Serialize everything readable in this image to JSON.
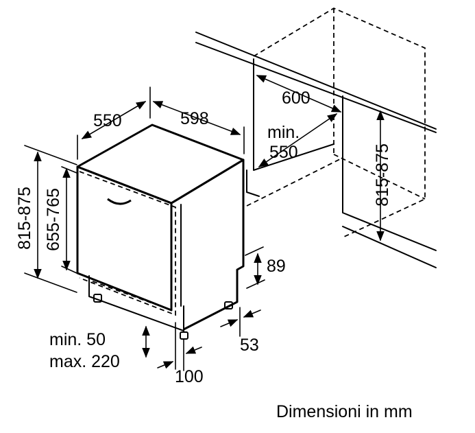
{
  "diagram": {
    "labels": {
      "depth_550": "550",
      "width_598": "598",
      "niche_600": "600",
      "niche_min": "min.",
      "niche_min_value": "550",
      "height_left": "815-875",
      "height_inner": "655-765",
      "height_niche": "815-875",
      "plinth_89": "89",
      "foot_53": "53",
      "door_min": "min. 50",
      "door_max": "max. 220",
      "offset_100": "100"
    },
    "caption": "Dimensioni in mm"
  }
}
